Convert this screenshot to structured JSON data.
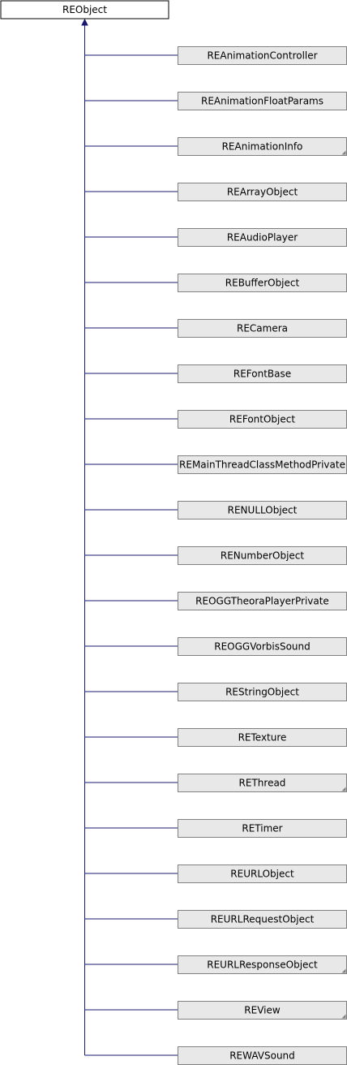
{
  "root": {
    "label": "REObject"
  },
  "children": [
    {
      "label": "REAnimationController",
      "has_more": false
    },
    {
      "label": "REAnimationFloatParams",
      "has_more": false
    },
    {
      "label": "REAnimationInfo",
      "has_more": true
    },
    {
      "label": "REArrayObject",
      "has_more": false
    },
    {
      "label": "REAudioPlayer",
      "has_more": false
    },
    {
      "label": "REBufferObject",
      "has_more": false
    },
    {
      "label": "RECamera",
      "has_more": false
    },
    {
      "label": "REFontBase",
      "has_more": false
    },
    {
      "label": "REFontObject",
      "has_more": false
    },
    {
      "label": "REMainThreadClassMethodPrivate",
      "has_more": false
    },
    {
      "label": "RENULLObject",
      "has_more": false
    },
    {
      "label": "RENumberObject",
      "has_more": false
    },
    {
      "label": "REOGGTheoraPlayerPrivate",
      "has_more": false
    },
    {
      "label": "REOGGVorbisSound",
      "has_more": false
    },
    {
      "label": "REStringObject",
      "has_more": false
    },
    {
      "label": "RETexture",
      "has_more": false
    },
    {
      "label": "REThread",
      "has_more": true
    },
    {
      "label": "RETimer",
      "has_more": false
    },
    {
      "label": "REURLObject",
      "has_more": false
    },
    {
      "label": "REURLRequestObject",
      "has_more": false
    },
    {
      "label": "REURLResponseObject",
      "has_more": true
    },
    {
      "label": "REView",
      "has_more": true
    },
    {
      "label": "REWAVSound",
      "has_more": false
    }
  ],
  "colors": {
    "root_fill": "#ffffff",
    "root_stroke": "#000000",
    "child_fill": "#e8e8e8",
    "child_stroke": "#808080",
    "edge": "#191970",
    "corner_mark": "#808080"
  }
}
